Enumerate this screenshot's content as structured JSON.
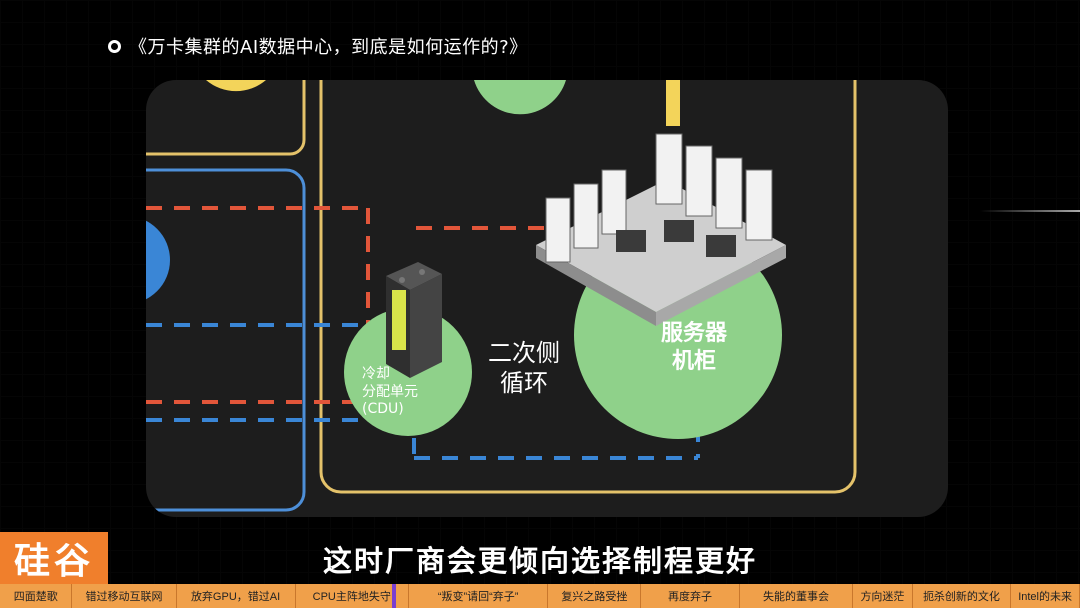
{
  "header": {
    "title": "《万卡集群的AI数据中心，到底是如何运作的?》"
  },
  "diagram": {
    "server_label_line1": "服务器",
    "server_label_line2": "机柜",
    "loop_label_line1": "二次侧",
    "loop_label_line2": "循环",
    "cdu_label_line1": "冷却",
    "cdu_label_line2": "分配单元",
    "cdu_label_line3": "(CDU)"
  },
  "subtitle": "这时厂商会更倾向选择制程更好",
  "brand": {
    "logo": "硅谷"
  },
  "nav": {
    "items": [
      "四面楚歌",
      "错过移动互联网",
      "放弃GPU，错过AI",
      "CPU主阵地失守",
      "“叛变”请回“弃子”",
      "复兴之路受挫",
      "再度弃子",
      "失能的董事会",
      "方向迷茫",
      "扼杀创新的文化",
      "Intel的未来"
    ]
  },
  "colors": {
    "accent": "#f07f2c",
    "nav_bg": "#f0a04a",
    "green": "#8fd18a",
    "orange_dash": "#e2563a",
    "blue_dash": "#3a86d6",
    "frame_yellow": "#e4c26a",
    "frame_blue": "#4d8fd8"
  }
}
